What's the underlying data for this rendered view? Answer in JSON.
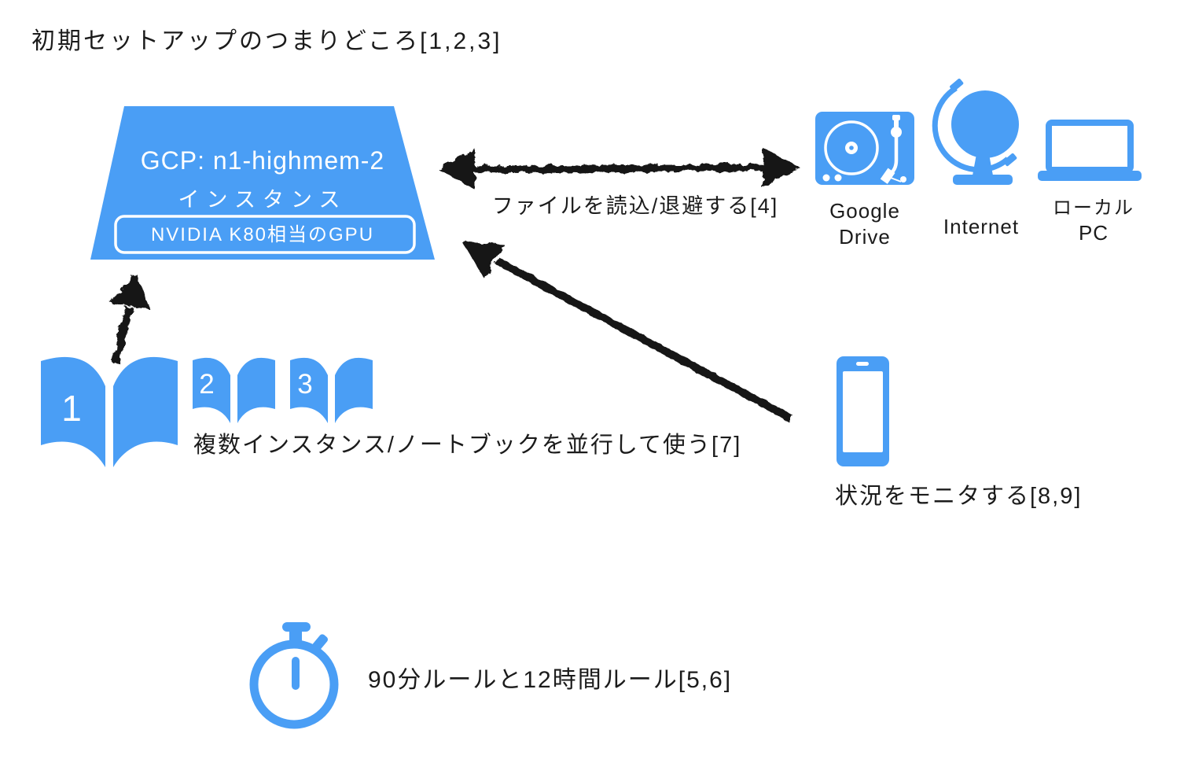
{
  "colors": {
    "accent": "#4A9EF5",
    "ink": "#1B1B1B",
    "arrow": "#161616"
  },
  "title": "初期セットアップのつまりどころ[1,2,3]",
  "instance": {
    "name_line1": "GCP: n1-highmem-2",
    "name_line2": "インスタンス",
    "gpu_badge": "NVIDIA K80相当のGPU"
  },
  "flows": {
    "file_transfer_label": "ファイルを読込/退避する[4]",
    "parallel_notebooks_label": "複数インスタンス/ノートブックを並行して使う[7]",
    "monitoring_label": "状況をモニタする[8,9]",
    "time_rules_label": "90分ルールと12時間ルール[5,6]"
  },
  "storage_endpoints": [
    {
      "icon": "turntable-icon",
      "label_line1": "Google",
      "label_line2": "Drive"
    },
    {
      "icon": "globe-icon",
      "label_line1": "Internet"
    },
    {
      "icon": "laptop-icon",
      "label_line1": "ローカル",
      "label_line2": "PC"
    }
  ],
  "notebooks": [
    {
      "number": "1"
    },
    {
      "number": "2"
    },
    {
      "number": "3"
    }
  ]
}
